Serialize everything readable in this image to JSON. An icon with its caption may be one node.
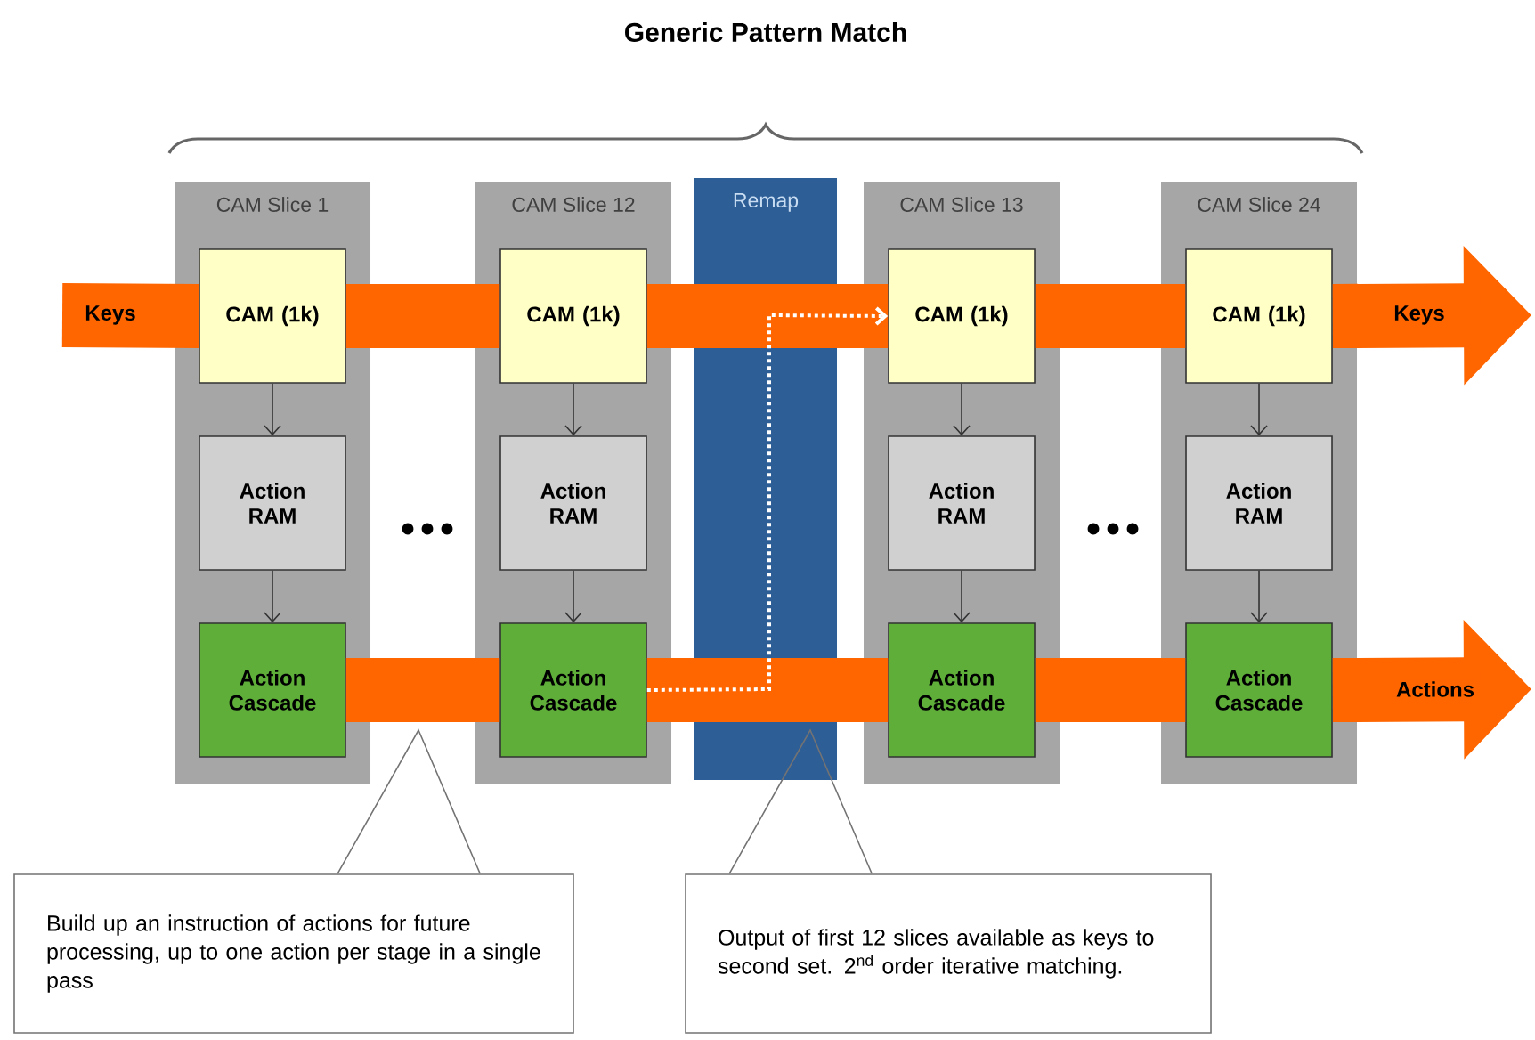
{
  "diagram": {
    "title": "Generic Pattern Match",
    "nodes": [
      {
        "text": [
          "CAM Slice 1"
        ]
      },
      {
        "text": [
          "CAM (1k)"
        ],
        "in": 0
      },
      {
        "text": [
          "Action RAM"
        ],
        "in": 0
      },
      {
        "text": [
          "Action Cascade"
        ],
        "in": 0
      },
      {
        "text": [
          "CAM Slice 12"
        ]
      },
      {
        "text": [
          "CAM (1k)"
        ],
        "in": 4
      },
      {
        "text": [
          "Action RAM"
        ],
        "in": 4
      },
      {
        "text": [
          "Action Cascade"
        ],
        "in": 4
      },
      {
        "text": [
          "CAM Slice 13"
        ]
      },
      {
        "text": [
          "CAM (1k)"
        ],
        "in": 8
      },
      {
        "text": [
          "Action RAM"
        ],
        "in": 8
      },
      {
        "text": [
          "Action Cascade"
        ],
        "in": 8
      },
      {
        "text": [
          "CAM Slice 24"
        ]
      },
      {
        "text": [
          "CAM (1k)"
        ],
        "in": 12
      },
      {
        "text": [
          "Action RAM"
        ],
        "in": 12
      },
      {
        "text": [
          "Action Cascade"
        ],
        "in": 12
      },
      {
        "text": [
          "Build up an instruction of actions for future processing, up to one action per stage in a single pass"
        ]
      },
      {
        "text": [
          "Output of first 12 slices available as keys to second set. 2$^{nd}$ order iterative matching."
        ]
      }
    ],
    "edges": [
      {
        "from": null,
        "to": 1,
        "arrow": "none",
        "label": "Keys",
        "style": "thick",
        "color": "#ff6600"
      },
      {
        "from": 1,
        "to": 5,
        "arrow": "none",
        "style": "thick",
        "color": "#ff6600"
      },
      {
        "from": 5,
        "to": 9,
        "arrow": "none",
        "style": "thick",
        "color": "#ff6600"
      },
      {
        "from": 9,
        "to": 13,
        "arrow": "none",
        "style": "thick",
        "color": "#ff6600"
      },
      {
        "from": 13,
        "to": null,
        "arrow": "to",
        "label": "Keys",
        "style": "thick",
        "color": "#ff6600"
      },
      {
        "from": 3,
        "to": 7,
        "arrow": "none",
        "style": "thick",
        "color": "#ff6600"
      },
      {
        "from": 7,
        "to": 11,
        "arrow": "none",
        "style": "thick",
        "color": "#ff6600"
      },
      {
        "from": 11,
        "to": 15,
        "arrow": "none",
        "style": "thick",
        "color": "#ff6600"
      },
      {
        "from": 15,
        "to": null,
        "arrow": "to",
        "label": "Actions",
        "style": "thick",
        "color": "#ff6600"
      },
      {
        "from": 7,
        "to": 9,
        "arrow": "to",
        "style": "dashed",
        "color": "#ffffff"
      },
      {
        "from": 1,
        "to": 2,
        "arrow": "to",
        "color": "#333333"
      },
      {
        "from": 2,
        "to": 3,
        "arrow": "to",
        "color": "#333333"
      },
      {
        "from": 5,
        "to": 6,
        "arrow": "to",
        "color": "#333333"
      },
      {
        "from": 6,
        "to": 7,
        "arrow": "to",
        "color": "#333333"
      },
      {
        "from": 9,
        "to": 10,
        "arrow": "to",
        "color": "#333333"
      },
      {
        "from": 10,
        "to": 11,
        "arrow": "to",
        "color": "#333333"
      },
      {
        "from": 13,
        "to": 14,
        "arrow": "to",
        "color": "#333333"
      },
      {
        "from": 14,
        "to": 15,
        "arrow": "to",
        "color": "#333333"
      },
      {
        "from": 16,
        "to": null,
        "arrow": "none",
        "color": "#737373"
      },
      {
        "from": 17,
        "to": null,
        "arrow": "none",
        "color": "#737373"
      }
    ],
    "labels": [
      "Remap"
    ]
  }
}
